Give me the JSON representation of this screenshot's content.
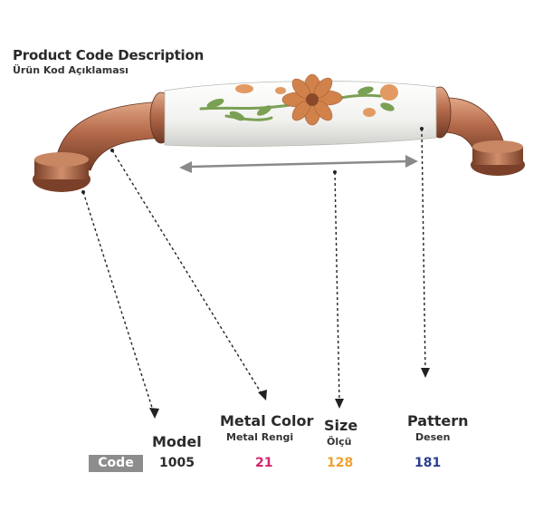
{
  "header": {
    "title": "Product Code Description",
    "subtitle": "Ürün Kod Açıklaması"
  },
  "columns": {
    "model": {
      "label": "Model"
    },
    "metal": {
      "label": "Metal Color",
      "sublabel": "Metal Rengi"
    },
    "size": {
      "label": "Size",
      "sublabel": "Ölçü"
    },
    "pattern": {
      "label": "Pattern",
      "sublabel": "Desen"
    }
  },
  "code_row": {
    "badge": "Code",
    "model_value": "1005",
    "metal_value": "21",
    "size_value": "128",
    "pattern_value": "181"
  },
  "colors": {
    "metal_value": "#d4246e",
    "size_value": "#f0a030",
    "pattern_value": "#2a3f8f",
    "copper": "#b46a4a",
    "badge_bg": "#8d8d8d"
  },
  "icons": {
    "product": "ceramic-handle-image",
    "size_indicator": "double-arrow-icon"
  }
}
